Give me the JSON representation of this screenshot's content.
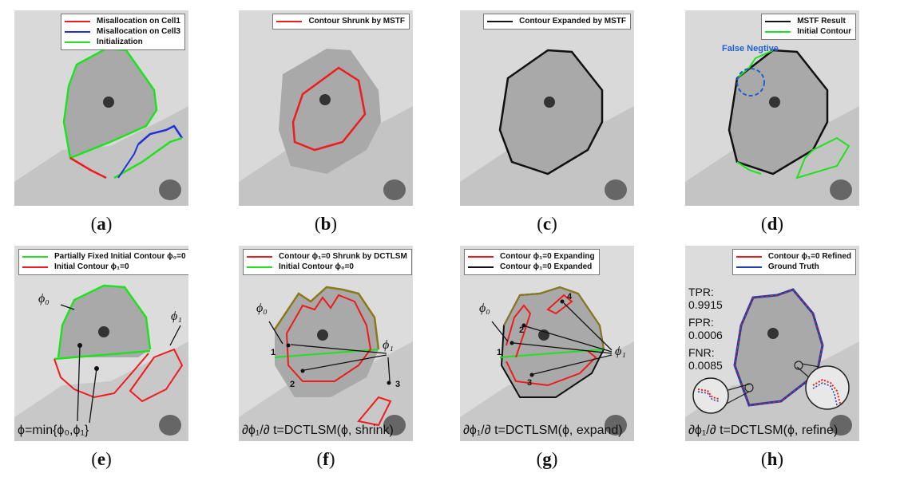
{
  "colors": {
    "red": "#ee1c1c",
    "blue": "#1e32d8",
    "green": "#1fe21f",
    "black": "#111111",
    "navy": "#1d3fa8",
    "fn_blue": "#1c5fd0"
  },
  "panels": [
    {
      "id": "a",
      "caption": "a",
      "legend": [
        {
          "label": "Misallocation on Cell1",
          "color": "red"
        },
        {
          "label": "Misallocation on Cell3",
          "color": "blue"
        },
        {
          "label": "Initialization",
          "color": "green"
        }
      ]
    },
    {
      "id": "b",
      "caption": "b",
      "legend": [
        {
          "label": "Contour Shrunk by MSTF",
          "color": "red"
        }
      ]
    },
    {
      "id": "c",
      "caption": "c",
      "legend": [
        {
          "label": "Contour Expanded by MSTF",
          "color": "black"
        }
      ]
    },
    {
      "id": "d",
      "caption": "d",
      "legend": [
        {
          "label": "MSTF Result",
          "color": "black"
        },
        {
          "label": "Initial Contour",
          "color": "green"
        }
      ],
      "annotation": "False Negtive"
    },
    {
      "id": "e",
      "caption": "e",
      "legend": [
        {
          "label": "Partially Fixed Initial Contour ϕ₀=0",
          "color": "green"
        },
        {
          "label": "Initial Contour ϕ₁=0",
          "color": "red"
        }
      ],
      "symbols": [
        "ϕ₀",
        "ϕ₁"
      ],
      "equation": "ϕ=min{ϕ₀,ϕ₁}"
    },
    {
      "id": "f",
      "caption": "f",
      "legend": [
        {
          "label": "Contour ϕ₁=0 Shrunk by DCTLSM",
          "color": "red"
        },
        {
          "label": "Initial Contour ϕ₀=0",
          "color": "green"
        }
      ],
      "symbols": [
        "ϕ₀",
        "ϕ₁"
      ],
      "numbers": [
        "1",
        "2",
        "3"
      ],
      "equation": "∂ϕ₁/∂ t=DCTLSM(ϕ, shrink)"
    },
    {
      "id": "g",
      "caption": "g",
      "legend": [
        {
          "label": "Contour ϕ₁=0 Expanding",
          "color": "red"
        },
        {
          "label": "Contour ϕ₁=0 Expanded",
          "color": "black"
        }
      ],
      "symbols": [
        "ϕ₀",
        "ϕ₁"
      ],
      "numbers": [
        "1",
        "2",
        "3",
        "4"
      ],
      "equation": "∂ϕ₁/∂ t=DCTLSM(ϕ, expand)"
    },
    {
      "id": "h",
      "caption": "h",
      "legend": [
        {
          "label": "Contour ϕ₁=0 Refined",
          "color": "red"
        },
        {
          "label": "Ground Truth",
          "color": "navy"
        }
      ],
      "metrics": [
        "TPR:",
        "0.9915",
        "FPR:",
        "0.0006",
        "FNR:",
        "0.0085"
      ],
      "equation": "∂ϕ₁/∂ t=DCTLSM(ϕ, refine)"
    }
  ]
}
